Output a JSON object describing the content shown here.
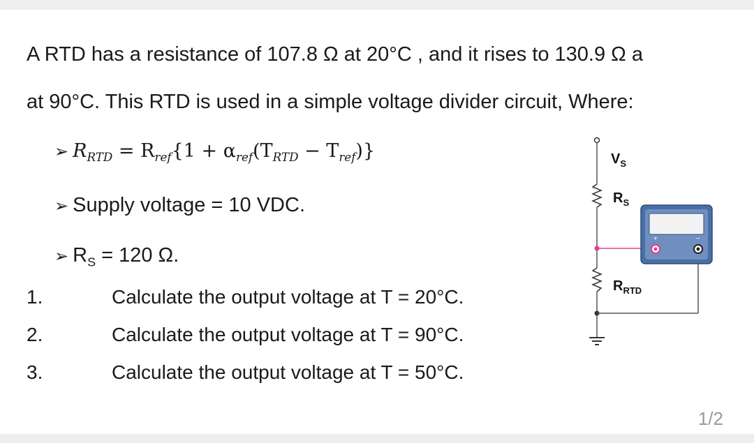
{
  "problem": {
    "line1": "A RTD has a resistance of 107.8 Ω at 20°C , and it rises to 130.9 Ω a",
    "line2": "at 90°C. This RTD is used in a simple voltage divider circuit, Where:"
  },
  "formula": {
    "r_rtd": "R",
    "rtd_sub": "RTD",
    "equals": " = R",
    "ref_sub": "ref",
    "one_plus": "{1 + α",
    "alpha_sub": "ref",
    "t_open": "(T",
    "trtd_sub": "RTD",
    "minus": " − T",
    "tref_sub": "ref",
    "close": ")}"
  },
  "bullets": {
    "supply": "Supply voltage = 10 VDC.",
    "rs_main": "R",
    "rs_sub": "S",
    "rs_value": " = 120 Ω."
  },
  "questions": [
    {
      "number": "1.",
      "text": "Calculate the output voltage at T = 20°C."
    },
    {
      "number": "2.",
      "text": "Calculate the output voltage at T = 90°C."
    },
    {
      "number": "3.",
      "text": "Calculate the output voltage at T = 50°C."
    }
  ],
  "circuit": {
    "vs_main": "V",
    "vs_sub": "S",
    "rs_main": "R",
    "rs_sub": "S",
    "rrtd_main": "R",
    "rrtd_sub": "RTD",
    "plus": "+",
    "minus": "−"
  },
  "page_indicator": "1/2",
  "colors": {
    "probe_wire": "#e0408a",
    "meter_body": "#4a6fa5",
    "meter_screen": "#f2f2f2"
  }
}
